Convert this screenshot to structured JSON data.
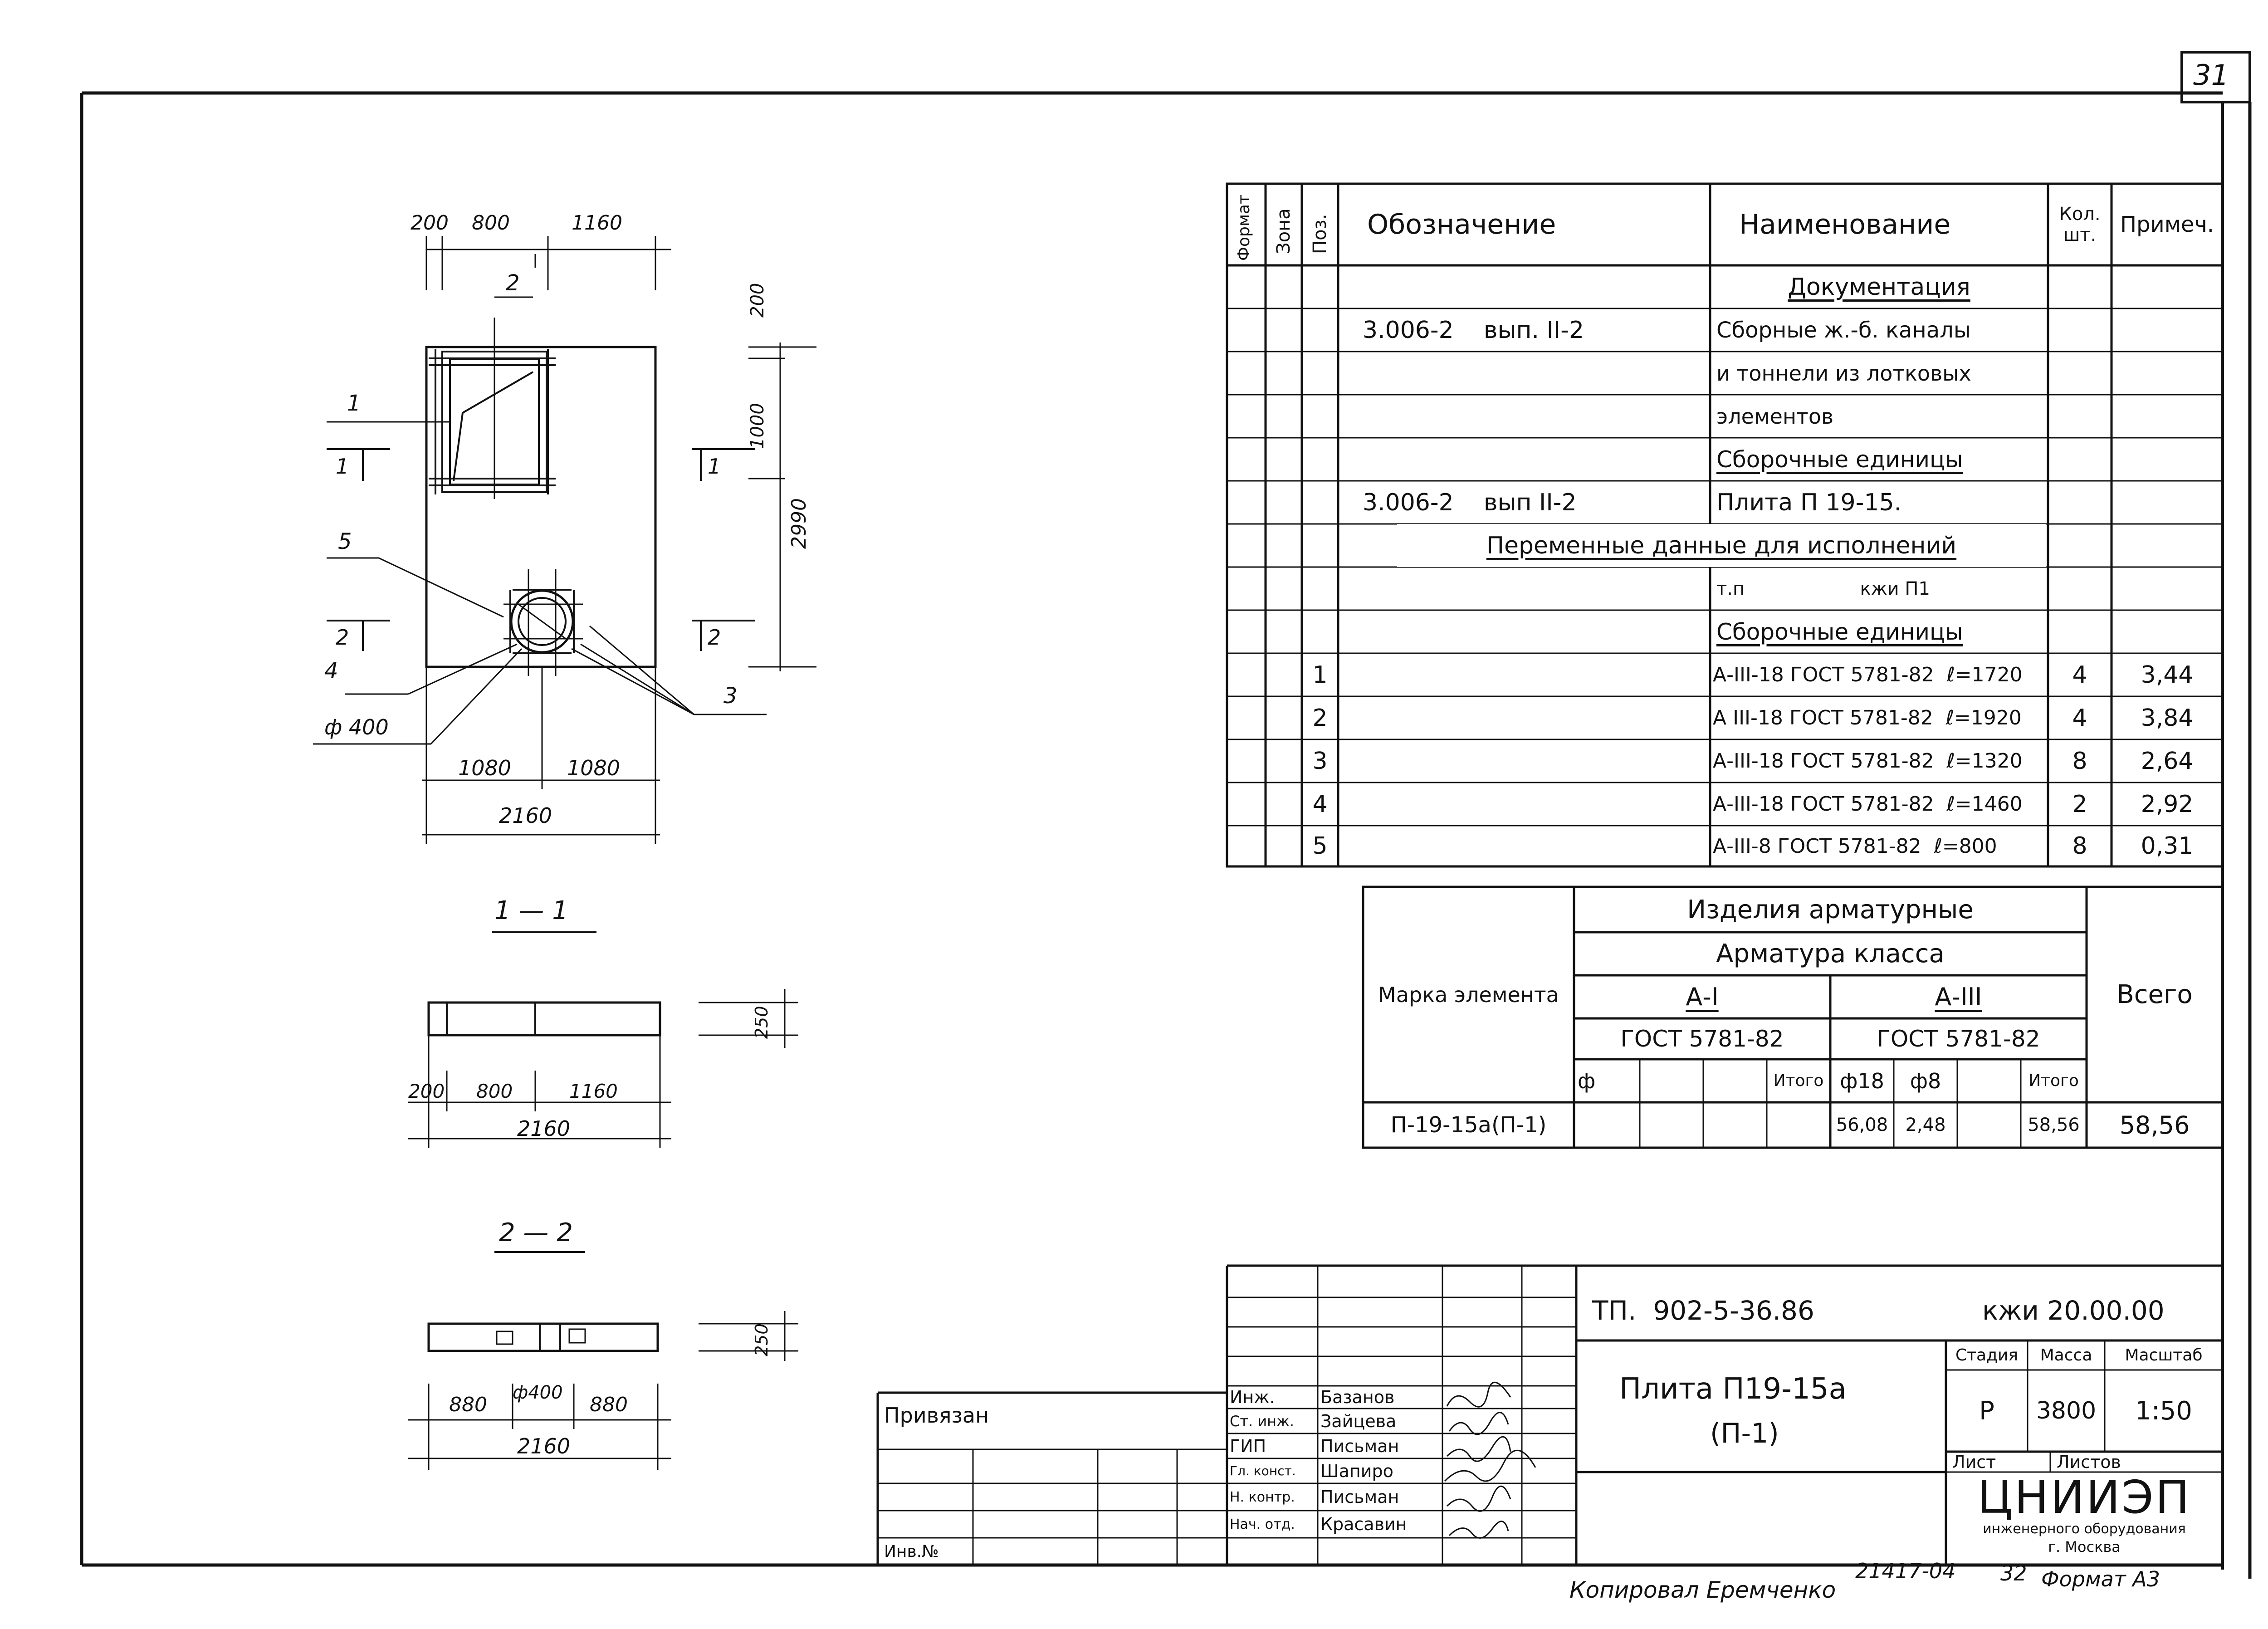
{
  "sheet": {
    "number": "31",
    "copied_by": "Копировал Еремченко",
    "inventory_number": "21417-04",
    "page_ref": "32",
    "format": "Формат А3"
  },
  "plan": {
    "dims_top": [
      "200",
      "800",
      "1160"
    ],
    "dims_right": [
      "200",
      "1000",
      "2990"
    ],
    "dims_bottom": [
      "1080",
      "1080",
      "2160"
    ],
    "diameter": "ф 400",
    "callouts": [
      "1",
      "2",
      "3",
      "4",
      "5"
    ],
    "section_marks": [
      "1",
      "1",
      "2",
      "2"
    ]
  },
  "section1": {
    "title": "1 — 1",
    "height": "250",
    "dims": [
      "200",
      "800",
      "1160",
      "2160"
    ]
  },
  "section2": {
    "title": "2 — 2",
    "height": "250",
    "dims": [
      "880",
      "ф400",
      "880",
      "2160"
    ]
  },
  "spec": {
    "headers": {
      "format": "Формат",
      "zone": "Зона",
      "pos": "Поз.",
      "designation": "Обозначение",
      "name": "Наименование",
      "qty": "Кол. шт.",
      "note": "Примеч."
    },
    "rows": [
      {
        "pos": "",
        "designation": "",
        "name": "Документация",
        "qty": "",
        "note": "",
        "section": true
      },
      {
        "pos": "",
        "designation": "3.006-2    вып. II-2",
        "name": "Сборные ж.-б. каналы",
        "qty": "",
        "note": ""
      },
      {
        "pos": "",
        "designation": "",
        "name": "и тоннели из лотковых",
        "qty": "",
        "note": ""
      },
      {
        "pos": "",
        "designation": "",
        "name": "элементов",
        "qty": "",
        "note": ""
      },
      {
        "pos": "",
        "designation": "",
        "name": "Сборочные единицы",
        "qty": "",
        "note": "",
        "section": true
      },
      {
        "pos": "",
        "designation": "3.006-2    вып II-2",
        "name": "Плита П 19-15.",
        "qty": "",
        "note": ""
      },
      {
        "pos": "",
        "designation": "",
        "name": "",
        "qty": "",
        "note": "",
        "wide": "Переменные данные для исполнений"
      },
      {
        "pos": "",
        "designation": "",
        "name": "т.п                    кжи П1",
        "qty": "",
        "note": ""
      },
      {
        "pos": "",
        "designation": "",
        "name": "Сборочные единицы",
        "qty": "",
        "note": "",
        "section": true
      },
      {
        "pos": "1",
        "designation": "",
        "name": "А-III-18 ГОСТ 5781-82  ℓ=1720",
        "qty": "4",
        "note": "3,44"
      },
      {
        "pos": "2",
        "designation": "",
        "name": "А III-18 ГОСТ 5781-82  ℓ=1920",
        "qty": "4",
        "note": "3,84"
      },
      {
        "pos": "3",
        "designation": "",
        "name": "А-III-18 ГОСТ 5781-82  ℓ=1320",
        "qty": "8",
        "note": "2,64"
      },
      {
        "pos": "4",
        "designation": "",
        "name": "А-III-18 ГОСТ 5781-82  ℓ=1460",
        "qty": "2",
        "note": "2,92"
      },
      {
        "pos": "5",
        "designation": "",
        "name": "А-III-8 ГОСТ 5781-82  ℓ=800",
        "qty": "8",
        "note": "0,31"
      }
    ]
  },
  "rebar_table": {
    "element_mark_header": "Марка элемента",
    "group_header": "Изделия арматурные",
    "class_header": "Арматура класса",
    "class_a1": "А-I",
    "class_a3": "А-III",
    "gost_a1": "ГОСТ 5781-82",
    "gost_a3": "ГОСТ 5781-82",
    "total_header": "Всего",
    "sub_a1": [
      "ф",
      "",
      "",
      "Итого"
    ],
    "sub_a3": [
      "ф18",
      "ф8",
      "",
      "Итого"
    ],
    "row": {
      "mark": "П-19-15а(П-1)",
      "a1": [
        "",
        "",
        "",
        ""
      ],
      "a3": [
        "56,08",
        "2,48",
        "",
        "58,56"
      ],
      "total": "58,56"
    }
  },
  "title_block": {
    "project_code": "ТП.  902-5-36.86",
    "doc_code": "кжи 20.00.00",
    "title_line1": "Плита П19-15а",
    "title_line2": "(П-1)",
    "stage_label": "Стадия",
    "mass_label": "Масса",
    "scale_label": "Масштаб",
    "stage": "Р",
    "mass": "3800",
    "scale": "1:50",
    "sheet_label": "Лист",
    "sheets_label": "Листов",
    "org_name": "ЦНИИЭП",
    "org_sub": "инженерного оборудования",
    "org_city": "г. Москва",
    "bound_label": "Привязан",
    "inv_label": "Инв.№",
    "signatures": [
      {
        "role": "Инж.",
        "name": "Базанов"
      },
      {
        "role": "Ст. инж.",
        "name": "Зайцева"
      },
      {
        "role": "ГИП",
        "name": "Письман"
      },
      {
        "role": "Гл. конст.",
        "name": "Шапиро"
      },
      {
        "role": "Н. контр.",
        "name": "Письман"
      },
      {
        "role": "Нач. отд.",
        "name": "Красавин"
      }
    ]
  }
}
